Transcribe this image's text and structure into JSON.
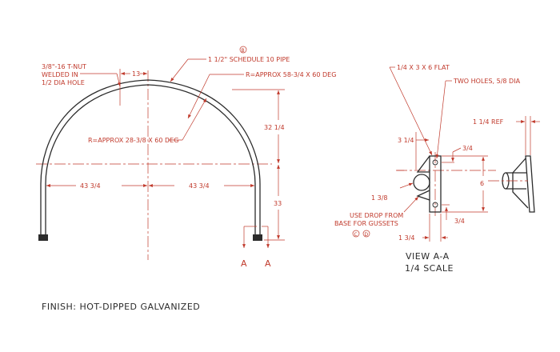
{
  "notes": {
    "tnut": [
      "3/8\"-16 T-NUT",
      "WELDED IN",
      "1/2 DIA HOLE"
    ],
    "pipe": "1 1/2\" SCHEDULE 10 PIPE",
    "pipe_marker": "B",
    "outer_radius": "R=APPROX 58-3/4 X 60 DEG",
    "inner_radius": "R=APPROX 28-3/8 X 60 DEG",
    "flat": "1/4 X 3 X 6 FLAT",
    "holes": "TWO HOLES, 5/8 DIA",
    "drop": [
      "USE DROP FROM",
      "BASE FOR GUSSETS"
    ],
    "drop_markers": [
      "C",
      "D"
    ],
    "finish": "FINISH:  HOT-DIPPED GALVANIZED"
  },
  "dimensions": {
    "tnut_offset": "13",
    "rise": "32 1/4",
    "half_span_left": "43 3/4",
    "half_span_right": "43 3/4",
    "leg_height": "33",
    "plate_top": "3 1/4",
    "hole_offset": "3/4",
    "plate_height": "6",
    "pipe_offset": "1 3/8",
    "hole_offset_bottom": "3/4",
    "plate_width": "1 3/4",
    "ref_width": "1 1/4 REF"
  },
  "section": {
    "cut_left": "A",
    "cut_right": "A",
    "view_title": "VIEW A-A",
    "view_scale": "1/4 SCALE"
  }
}
